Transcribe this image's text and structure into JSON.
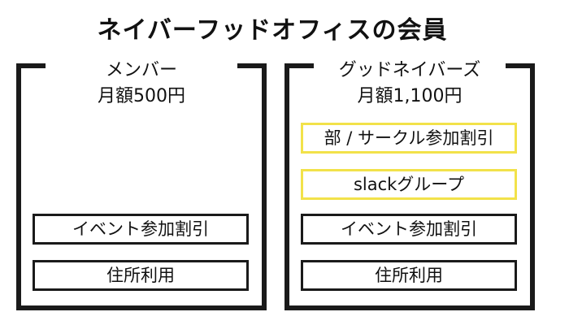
{
  "title": "ネイバーフッドオフィスの会員",
  "plans": [
    {
      "name": "メンバー",
      "price": "月額500円",
      "benefits": [
        "イベント参加割引",
        "住所利用"
      ]
    },
    {
      "name": "グッドネイバーズ",
      "price": "月額1,100円",
      "benefits": [
        "部 / サークル参加割引",
        "slackグループ",
        "イベント参加割引",
        "住所利用"
      ]
    }
  ],
  "colors": {
    "frame": "#1a1a1a",
    "highlight_border": "#f2e24a",
    "background": "#ffffff"
  }
}
